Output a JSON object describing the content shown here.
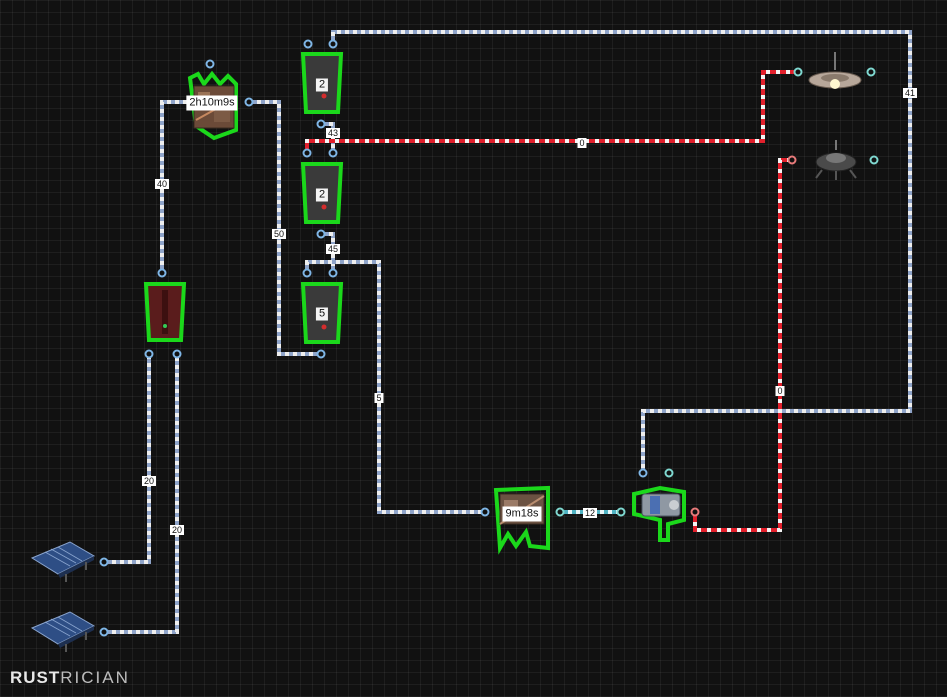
{
  "colors": {
    "wire_blue": "#7f93b8",
    "wire_red": "#e2202c",
    "wire_teal": "#4fb2c2",
    "highlight": "#1bd81b",
    "battery_dark": "#3a3a3a",
    "battery_red": "#5a1c1c"
  },
  "wire_labels": {
    "w_40": "40",
    "w_50": "50",
    "w_43": "43",
    "w_45": "45",
    "w_0a": "0",
    "w_41": "41",
    "w_5": "5",
    "w_20a": "20",
    "w_20b": "20",
    "w_12": "12",
    "w_0b": "0"
  },
  "components": {
    "generator_top": {
      "name": "generator",
      "timer": "2h10m9s"
    },
    "battery_1": {
      "name": "small-battery",
      "value": "2"
    },
    "battery_2": {
      "name": "small-battery",
      "value": "2"
    },
    "battery_3": {
      "name": "small-battery",
      "value": "5"
    },
    "battery_left": {
      "name": "medium-battery"
    },
    "generator_bottom": {
      "name": "generator",
      "timer": "9m18s"
    },
    "water_pump": {
      "name": "pump"
    },
    "ceiling_light": {
      "name": "ceiling-light"
    },
    "turret": {
      "name": "auto-turret"
    },
    "solar_1": {
      "name": "solar-panel"
    },
    "solar_2": {
      "name": "solar-panel"
    }
  },
  "logo": {
    "bold": "RUST",
    "thin": "RICIAN"
  }
}
